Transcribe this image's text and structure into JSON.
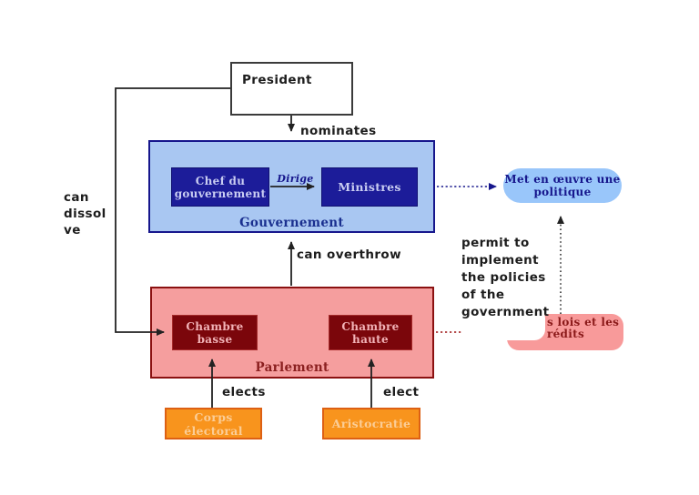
{
  "diagram": {
    "president": {
      "label": "President"
    },
    "government": {
      "title": "Gouvernement",
      "chef_line1": "Chef du",
      "chef_line2": "gouvernement",
      "ministres": "Ministres",
      "dirige": "Dirige"
    },
    "parliament": {
      "title": "Parlement",
      "chambre_basse_line1": "Chambre",
      "chambre_basse_line2": "basse",
      "chambre_haute_line1": "Chambre",
      "chambre_haute_line2": "haute"
    },
    "electorate": {
      "label": "Corps électoral"
    },
    "aristocracy": {
      "label": "Aristocratie"
    },
    "policy_note": {
      "line1": "Met en œuvre une",
      "line2": "politique"
    },
    "laws_note": {
      "line1": "s lois et les",
      "line2": "rédits"
    },
    "labels": {
      "nominates": "nominates",
      "can_overthrow": "can overthrow",
      "can_dissolve": {
        "line1": "can",
        "line2": "dissol",
        "line3": "ve"
      },
      "permit": {
        "line1": "permit to",
        "line2": "implement",
        "line3": "the policies",
        "line4": "of the",
        "line5": "government"
      },
      "elects": "elects",
      "elect": "elect"
    },
    "colors": {
      "government_fill": "#a9c7f2",
      "government_border": "#16168c",
      "navy_box": "#1c1c99",
      "navy_box_text": "#c9cdf2",
      "parliament_fill": "#f59e9e",
      "parliament_border": "#8b1111",
      "maroon_box": "#7b060b",
      "maroon_box_text": "#f2b3b7",
      "orange_box": "#f8941d",
      "orange_border": "#dd6013",
      "orange_text": "#fbcd96",
      "policy_pill": "#99c6fa",
      "laws_pill": "#f89a9a",
      "laws_text": "#8b1a1a",
      "line": "#222222",
      "dotted_navy": "#16168c",
      "dotted_red": "#9e1313"
    }
  }
}
